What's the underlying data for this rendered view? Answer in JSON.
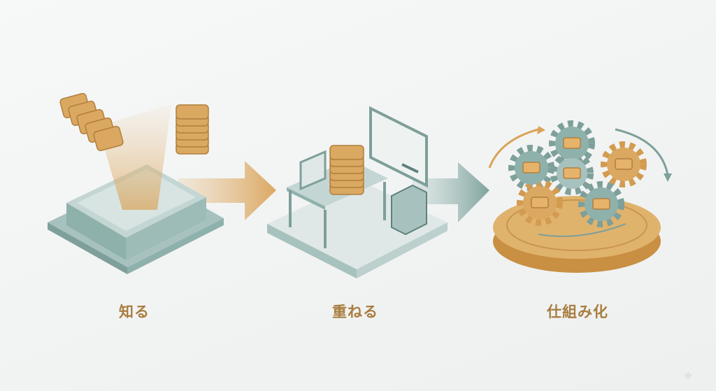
{
  "steps": [
    {
      "label": "知る",
      "illustration": "inbox-tray-icon"
    },
    {
      "label": "重ねる",
      "illustration": "desk-workspace-icon"
    },
    {
      "label": "仕組み化",
      "illustration": "gears-platform-icon"
    }
  ],
  "colors": {
    "accent": "#d9a357",
    "teal": "#8fb1ac",
    "teal_dark": "#5f817d",
    "label": "#a97d3f"
  }
}
